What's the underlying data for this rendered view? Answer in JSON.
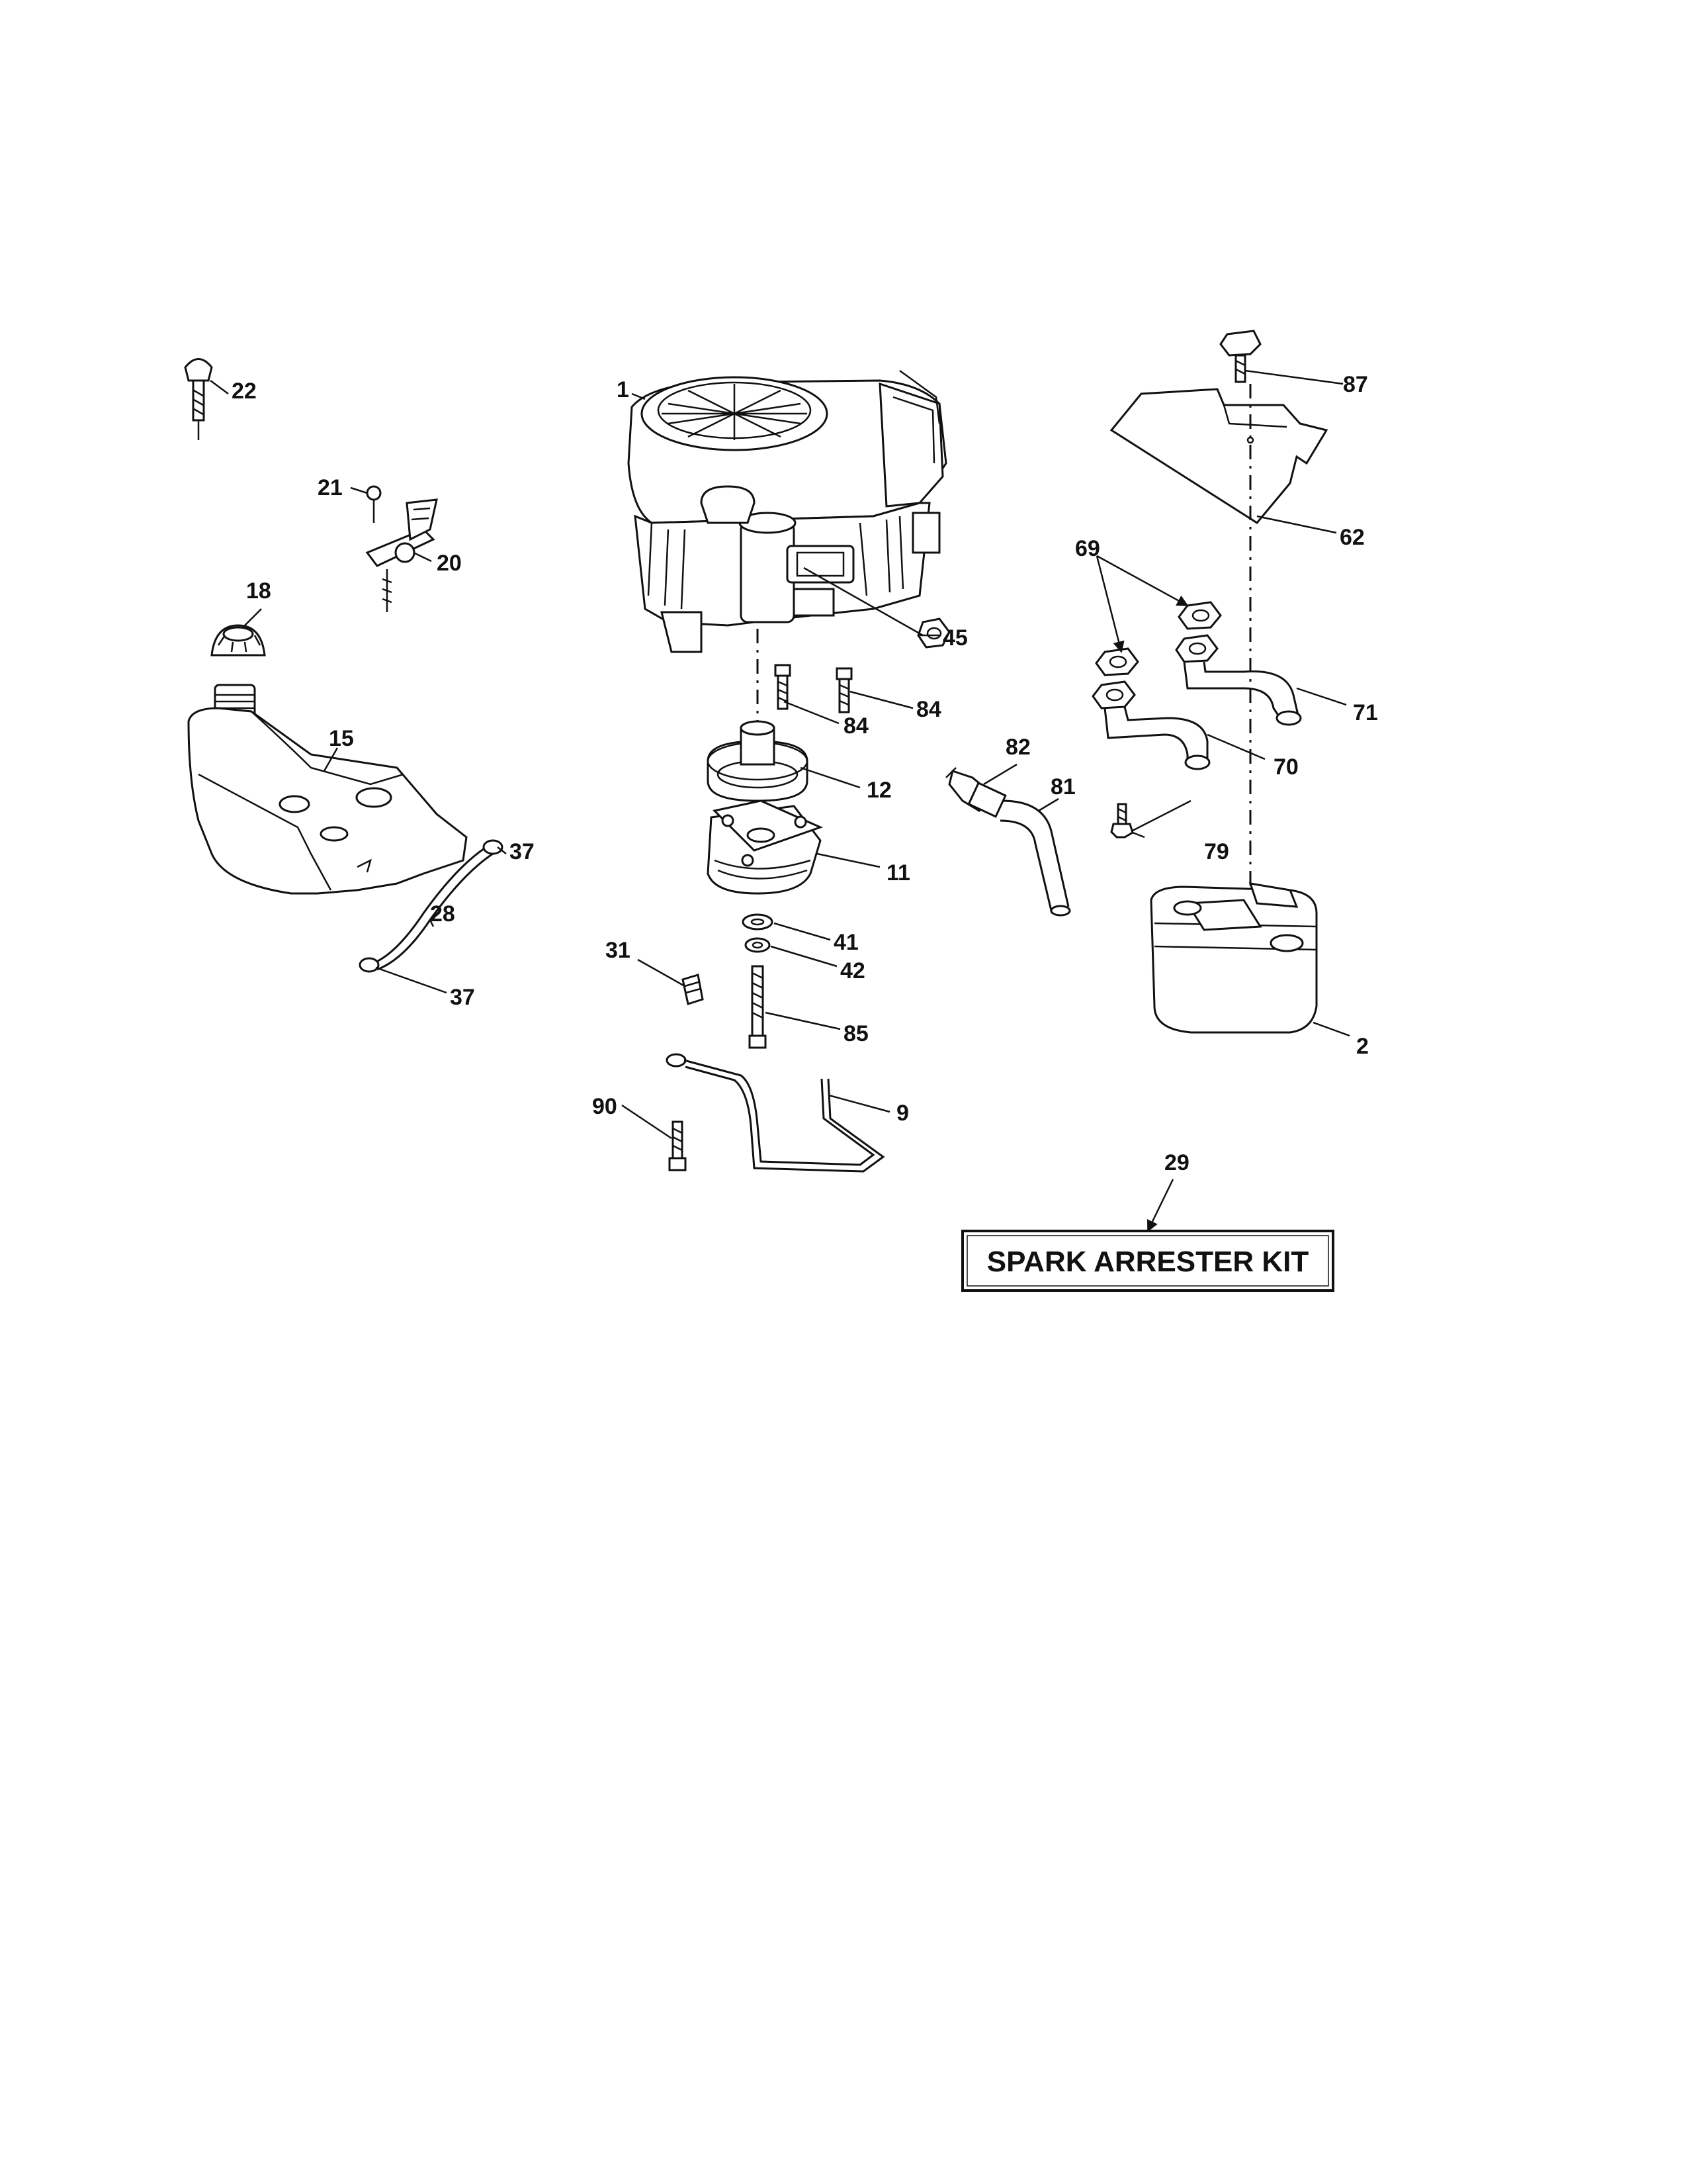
{
  "labels": {
    "p1": "1",
    "p2": "2",
    "p9": "9",
    "p11": "11",
    "p12": "12",
    "p15": "15",
    "p18": "18",
    "p20": "20",
    "p21": "21",
    "p22": "22",
    "p28": "28",
    "p29": "29",
    "p31": "31",
    "p37a": "37",
    "p37b": "37",
    "p41": "41",
    "p42": "42",
    "p45": "45",
    "p62": "62",
    "p69": "69",
    "p70": "70",
    "p71": "71",
    "p79": "79",
    "p81": "81",
    "p82": "82",
    "p84a": "84",
    "p84b": "84",
    "p85": "85",
    "p87": "87",
    "p90": "90"
  },
  "kit_box": {
    "text": "SPARK ARRESTER KIT"
  }
}
